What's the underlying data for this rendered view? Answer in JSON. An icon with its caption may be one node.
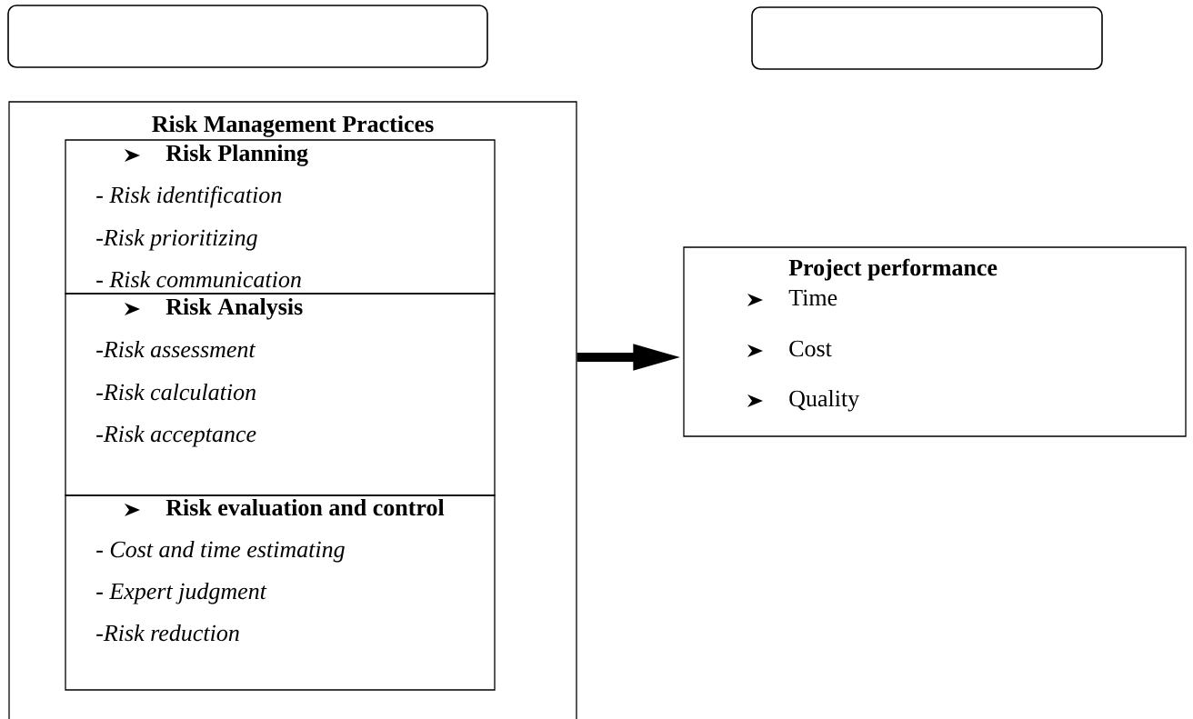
{
  "diagram": {
    "nodes": [
      {
        "text": [],
        "shape": "box"
      },
      {
        "text": [],
        "shape": "box"
      },
      {
        "text": [
          "Risk Management Practices"
        ]
      },
      {
        "text": [
          "Risk Planning",
          "- *Risk identification*",
          "-*Risk prioritizing*",
          "- *Risk communication*"
        ],
        "in": 2
      },
      {
        "text": [
          "Risk Analysis",
          "-*Risk assessment*",
          "-*Risk calculation*",
          "-*Risk acceptance*"
        ],
        "in": 2
      },
      {
        "text": [
          "Risk evaluation and control",
          "- *Cost and time estimating*",
          "- *Expert judgment*",
          "-*Risk reduction*"
        ],
        "in": 2
      },
      {
        "text": [
          "Project performance",
          "Time",
          "Cost",
          "Quality"
        ]
      }
    ],
    "edges": [
      {
        "from": 2,
        "to": 6,
        "arrow": "to"
      }
    ]
  }
}
